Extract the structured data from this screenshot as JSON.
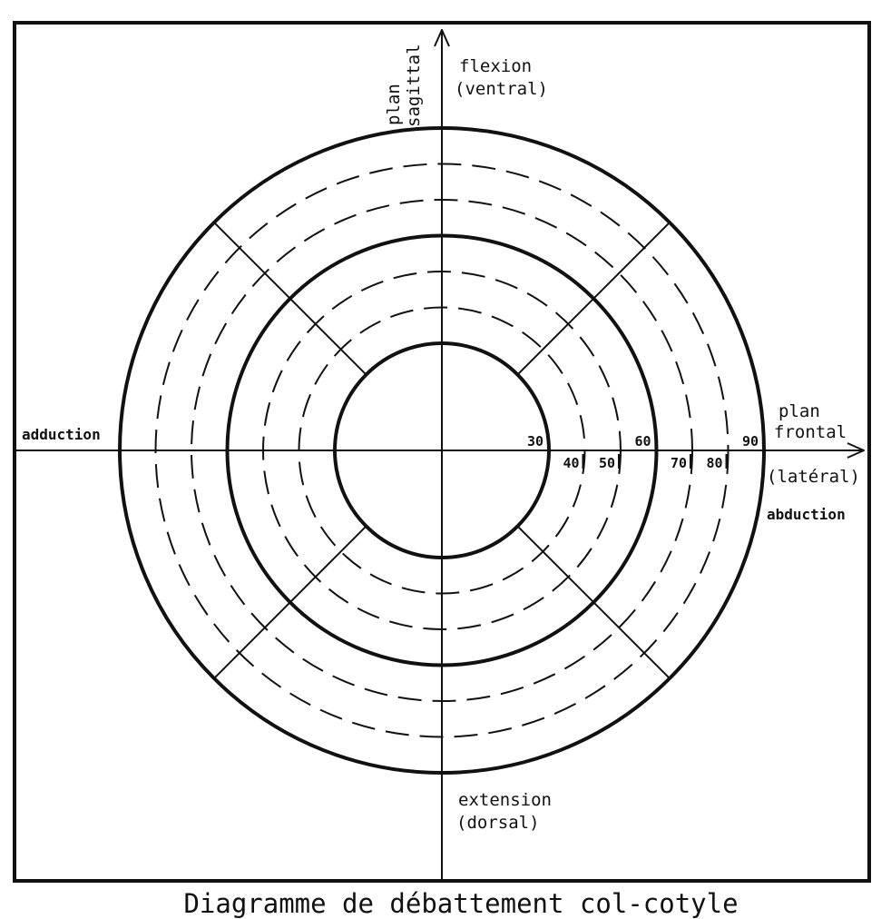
{
  "title": "Diagramme de débattement col-cotyle",
  "axes": {
    "vertical": {
      "name_line1": "plan",
      "name_line2": "sagittal",
      "top_line1": "flexion",
      "top_line2": "(ventral)",
      "bottom_line1": "extension",
      "bottom_line2": "(dorsal)"
    },
    "horizontal": {
      "name_line1": "plan",
      "name_line2": "frontal",
      "right_line1": "(latéral)",
      "right_line2": "abduction",
      "left": "adduction"
    }
  },
  "rings": [
    {
      "value": 30,
      "label": "30",
      "style": "solid"
    },
    {
      "value": 40,
      "label": "40",
      "style": "dashed"
    },
    {
      "value": 50,
      "label": "50",
      "style": "dashed"
    },
    {
      "value": 60,
      "label": "60",
      "style": "solid"
    },
    {
      "value": 70,
      "label": "70",
      "style": "dashed"
    },
    {
      "value": 80,
      "label": "80",
      "style": "dashed"
    },
    {
      "value": 90,
      "label": "90",
      "style": "solid"
    }
  ],
  "diagonals_deg": [
    45,
    135,
    225,
    315
  ],
  "colors": {
    "ink": "#111111",
    "paper": "#ffffff"
  }
}
